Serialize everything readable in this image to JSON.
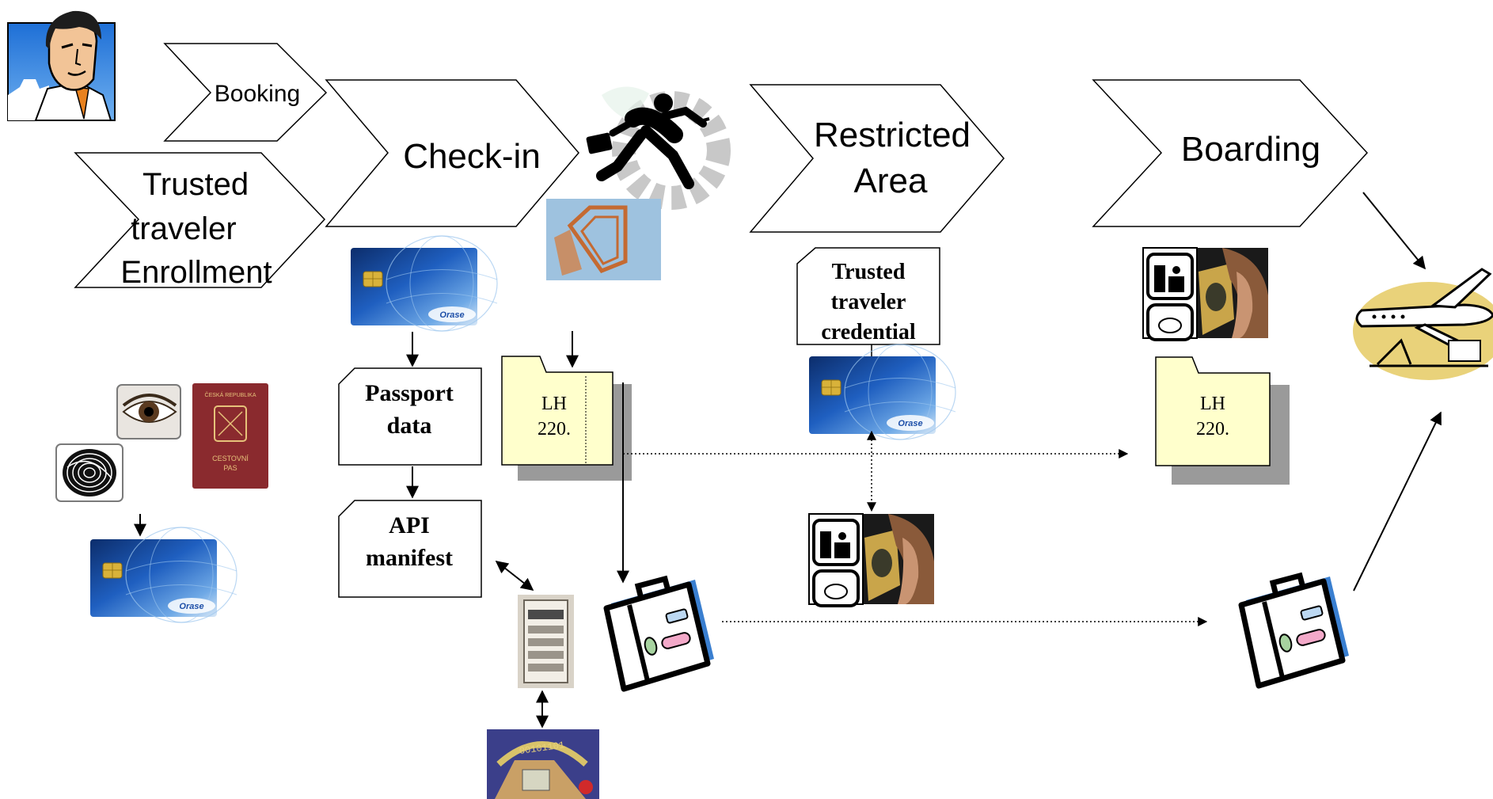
{
  "stages": {
    "booking": "Booking",
    "enrollment": [
      "Trusted",
      "traveler",
      "Enrollment"
    ],
    "checkin": "Check-in",
    "restricted": [
      "Restricted",
      "Area"
    ],
    "boarding": "Boarding"
  },
  "boxes": {
    "passport": [
      "Passport",
      "data"
    ],
    "api": [
      "API",
      "manifest"
    ],
    "credential": [
      "Trusted",
      "traveler",
      "credential"
    ]
  },
  "folders": {
    "checkin": [
      "LH",
      "220."
    ],
    "boarding": [
      "LH",
      "220."
    ]
  },
  "passport_doc": [
    "ČESKÁ REPUBLIKA",
    "CESTOVNÍ",
    "PAS"
  ],
  "card_logo": "Orase",
  "icons": [
    "traveler-avatar-icon",
    "running-businessman-icon",
    "gear-icon",
    "rfid-tag-icon",
    "smart-card-icon",
    "eye-icon",
    "fingerprint-icon",
    "passport-icon",
    "biometric-scan-icon",
    "suitcase-icon",
    "server-icon",
    "data-transfer-icon",
    "airplane-icon"
  ],
  "colors": {
    "folder_fill": "#ffffcc",
    "card_blue": "#1d4fa8",
    "chip_gold": "#d9b23a",
    "passport_red": "#8a2a2e",
    "airplane_yellow": "#e9d27a",
    "suitcase_blue": "#3a7fd0"
  }
}
